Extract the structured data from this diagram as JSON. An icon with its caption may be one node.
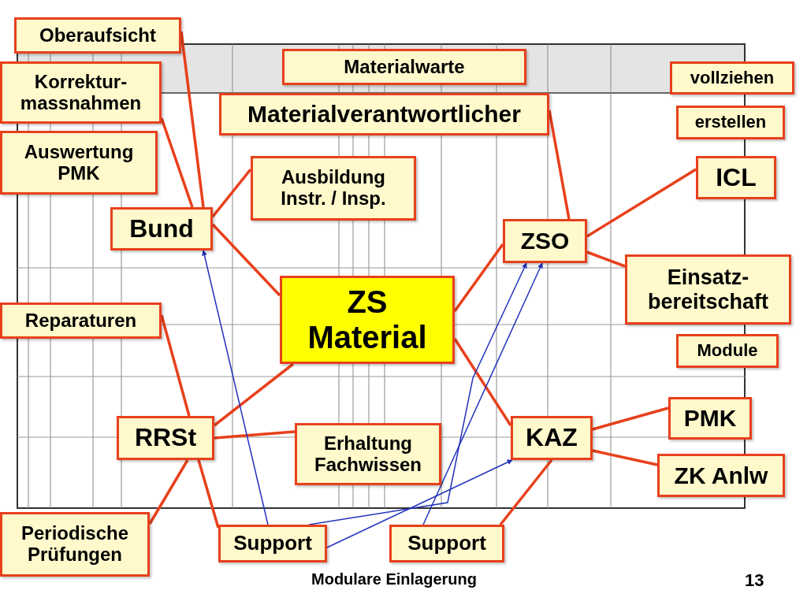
{
  "diagram": {
    "nodes": [
      {
        "text": [
          "Oberaufsicht"
        ]
      },
      {
        "text": [
          "Korrektur- massnahmen"
        ]
      },
      {
        "text": [
          "Auswertung PMK"
        ]
      },
      {
        "text": [
          "Bund"
        ]
      },
      {
        "text": [
          "Materialwarte"
        ]
      },
      {
        "text": [
          "Materialverantwortlicher"
        ]
      },
      {
        "text": [
          "Ausbildung Instr. / Insp."
        ]
      },
      {
        "text": [
          "ZS Material"
        ]
      },
      {
        "text": [
          "ZSO"
        ]
      },
      {
        "text": [
          "vollziehen"
        ]
      },
      {
        "text": [
          "erstellen"
        ]
      },
      {
        "text": [
          "ICL"
        ]
      },
      {
        "text": [
          "Einsatz- bereitschaft"
        ]
      },
      {
        "text": [
          "Module"
        ]
      },
      {
        "text": [
          "Reparaturen"
        ]
      },
      {
        "text": [
          "RRSt"
        ]
      },
      {
        "text": [
          "Erhaltung Fachwissen"
        ]
      },
      {
        "text": [
          "KAZ"
        ]
      },
      {
        "text": [
          "PMK"
        ]
      },
      {
        "text": [
          "ZK Anlw"
        ]
      },
      {
        "text": [
          "Periodische Prüfungen"
        ]
      },
      {
        "text": [
          "Support"
        ]
      },
      {
        "text": [
          "Support"
        ]
      }
    ],
    "edges": [
      {
        "from": 0,
        "to": 3,
        "arrow": "none"
      },
      {
        "from": 1,
        "to": 3,
        "arrow": "none"
      },
      {
        "from": 6,
        "to": 3,
        "arrow": "none"
      },
      {
        "from": 3,
        "to": 7,
        "arrow": "none"
      },
      {
        "from": 5,
        "to": 8,
        "arrow": "none"
      },
      {
        "from": 8,
        "to": 11,
        "arrow": "none"
      },
      {
        "from": 8,
        "to": 12,
        "arrow": "none"
      },
      {
        "from": 7,
        "to": 8,
        "arrow": "none"
      },
      {
        "from": 7,
        "to": 17,
        "arrow": "none"
      },
      {
        "from": 7,
        "to": 15,
        "arrow": "none"
      },
      {
        "from": 14,
        "to": 15,
        "arrow": "none"
      },
      {
        "from": 15,
        "to": 16,
        "arrow": "none"
      },
      {
        "from": 15,
        "to": 20,
        "arrow": "none"
      },
      {
        "from": 15,
        "to": 21,
        "arrow": "none"
      },
      {
        "from": 17,
        "to": 18,
        "arrow": "none"
      },
      {
        "from": 17,
        "to": 19,
        "arrow": "none"
      },
      {
        "from": 22,
        "to": 17,
        "arrow": "none"
      },
      {
        "from": 21,
        "to": 3,
        "arrow": "to",
        "color": "#2233bb"
      },
      {
        "from": 21,
        "to": 8,
        "arrow": "to",
        "color": "#2233bb"
      },
      {
        "from": 22,
        "to": 8,
        "arrow": "to",
        "color": "#2233bb"
      },
      {
        "from": 21,
        "to": 17,
        "arrow": "to",
        "color": "#2233bb"
      }
    ],
    "labels": [
      "Modulare Einlagerung",
      "13"
    ]
  }
}
